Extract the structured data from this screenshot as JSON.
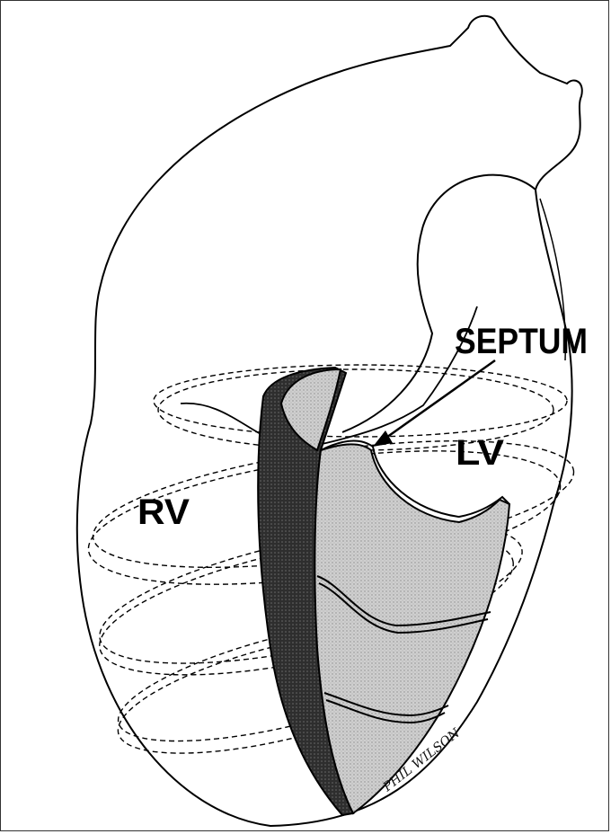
{
  "labels": {
    "septum": "SEPTUM",
    "lv": "LV",
    "rv": "RV",
    "signature": "PHIL WILSON"
  },
  "colors": {
    "outline": "#000000",
    "septum_dark": "#2b2b2b",
    "lv_wall": "#c9c9c9",
    "background": "#ffffff"
  }
}
